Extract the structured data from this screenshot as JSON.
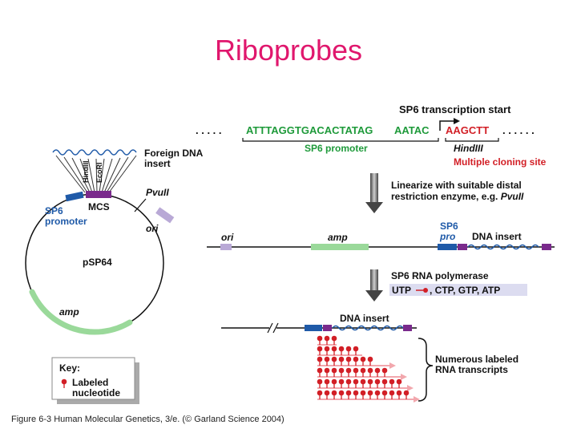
{
  "slide": {
    "title": "Riboprobes"
  },
  "top": {
    "transcription_start": "SP6 transcription start",
    "dots_left": ". . . . .",
    "seq_promoter": "ATTTAGGTGACACTATAG",
    "seq_start": "AATAC",
    "seq_mcs": "AAGCTT",
    "dots_right": ". . . . .  .",
    "promoter_label": "SP6 promoter",
    "hind_label": "HindIII",
    "mcs_label": "Multiple cloning site"
  },
  "plasmid": {
    "foreign_insert_line1": "Foreign DNA",
    "foreign_insert_line2": "insert",
    "hindiii_small": "HindIII",
    "ecori_small": "EcoRI",
    "mcs": "MCS",
    "pvuii": "PvuII",
    "sp6_promoter_line1": "SP6",
    "sp6_promoter_line2": "promoter",
    "ori": "ori",
    "name": "pSP64",
    "amp": "amp"
  },
  "step1": {
    "line1": "Linearize with suitable distal",
    "line2_a": "restriction enzyme, e.g. ",
    "line2_b": "PvuII"
  },
  "linear": {
    "ori": "ori",
    "amp": "amp",
    "sp6_line1": "SP6",
    "sp6_line2": "pro",
    "dna_insert": "DNA insert"
  },
  "step2": {
    "line1": "SP6 RNA polymerase",
    "utp": "UTP",
    "rest": ", CTP, GTP, ATP"
  },
  "bottom": {
    "dna_insert": "DNA insert",
    "transcripts_line1": "Numerous labeled",
    "transcripts_line2": "RNA transcripts"
  },
  "key": {
    "title": "Key:",
    "item_line1": "Labeled",
    "item_line2": "nucleotide"
  },
  "caption": "Figure 6-3  Human Molecular Genetics, 3/e. (© Garland Science 2004)",
  "colors": {
    "title": "#e0176d",
    "promoter": "#1f5aa8",
    "mcs": "#7a2a8c",
    "ori": "#b9a9d6",
    "amp": "#9ad99a",
    "label_blue": "#1f5aa8",
    "label_green": "#1e9a3a",
    "label_red": "#d21f26"
  }
}
